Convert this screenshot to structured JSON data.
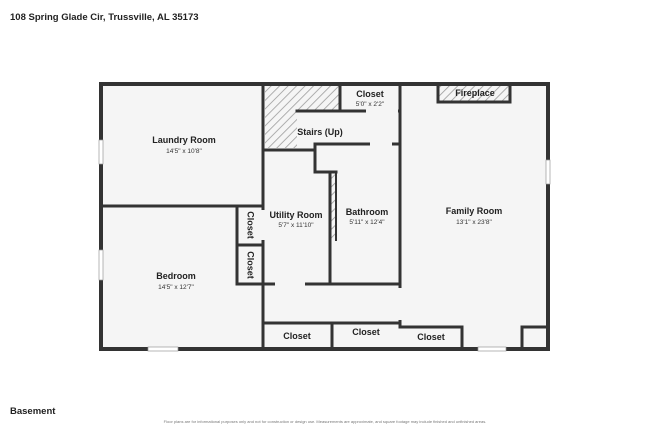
{
  "header": {
    "address": "108 Spring Glade Cir, Trussville, AL 35173"
  },
  "floor": {
    "label": "Basement"
  },
  "footer": {
    "disclaimer": "Floor plans are for informational purposes only and not for construction or design use. Measurements are approximate, and square footage may include finished and unfinished areas."
  },
  "rooms": {
    "laundry": {
      "name": "Laundry Room",
      "dims": "14'5\" x 10'8\""
    },
    "bedroom": {
      "name": "Bedroom",
      "dims": "14'5\" x 12'7\""
    },
    "closet_top": {
      "name": "Closet",
      "dims": "5'0\" x 2'2\""
    },
    "stairs": {
      "name": "Stairs (Up)"
    },
    "utility": {
      "name": "Utility Room",
      "dims": "5'7\" x 11'10\""
    },
    "bathroom": {
      "name": "Bathroom",
      "dims": "5'11\" x 12'4\""
    },
    "family": {
      "name": "Family Room",
      "dims": "13'1\" x 23'8\""
    },
    "fireplace": {
      "name": "Fireplace"
    },
    "closet_v1": {
      "name": "Closet"
    },
    "closet_v2": {
      "name": "Closet"
    },
    "closet_b1": {
      "name": "Closet"
    },
    "closet_b2": {
      "name": "Closet"
    },
    "closet_b3": {
      "name": "Closet"
    }
  },
  "colors": {
    "wall": "#333333",
    "floor": "#f5f5f5",
    "window": "#ffffff",
    "hatch": "#9a9a9a"
  }
}
